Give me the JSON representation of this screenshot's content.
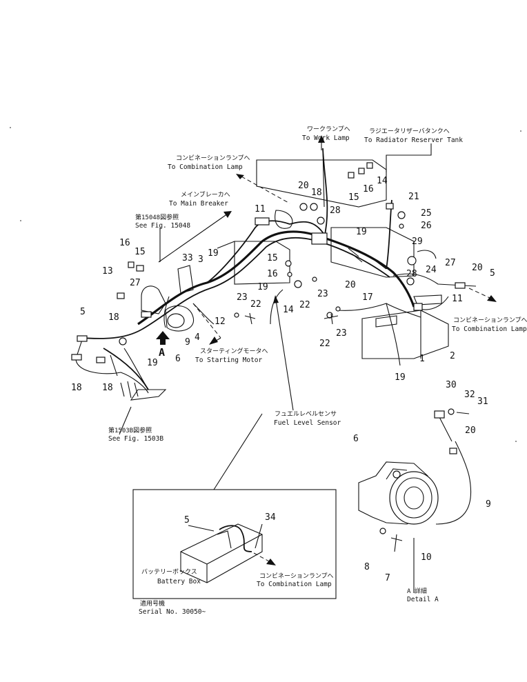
{
  "callouts": {
    "to_work_lamp_jp": "ワークランプへ",
    "to_work_lamp_en": "To Work Lamp",
    "to_radiator_jp": "ラジエータリザーバタンクへ",
    "to_radiator_en": "To Radiator Reserver Tank",
    "to_combination_lamp_top_jp": "コンビネーションランプへ",
    "to_combination_lamp_top_en": "To Combination Lamp",
    "to_main_breaker_jp": "メインブレーカへ",
    "to_main_breaker_en": "To Main Breaker",
    "see_fig_15048_jp": "第15048図参照",
    "see_fig_15048_en": "See Fig. 15048",
    "to_starting_motor_jp": "スターティングモータへ",
    "to_starting_motor_en": "To Starting Motor",
    "to_combination_lamp_right_jp": "コンビネーションランプへ",
    "to_combination_lamp_right_en": "To Combination Lamp",
    "fuel_level_sensor_jp": "フュエルレベルセンサ",
    "fuel_level_sensor_en": "Fuel Level Sensor",
    "see_fig_1503b_jp": "第1503B図参照",
    "see_fig_1503b_en": "See Fig. 1503B",
    "battery_box_jp": "バッテリーボックス",
    "battery_box_en": "Battery Box",
    "to_combination_lamp_inset_jp": "コンビネーションランプへ",
    "to_combination_lamp_inset_en": "To Combination Lamp",
    "serial_jp": "適用号機",
    "serial_en": "Serial No. 30050~",
    "detail_a_jp": "A 詳細",
    "detail_a_en": "Detail A",
    "view_arrow_label": "A"
  },
  "part_numbers": {
    "n1": "1",
    "n2": "2",
    "n3": "3",
    "n4": "4",
    "n5a": "5",
    "n5b": "5",
    "n5c": "5",
    "n6a": "6",
    "n6b": "6",
    "n7": "7",
    "n8": "8",
    "n9a": "9",
    "n9b": "9",
    "n10": "10",
    "n11a": "11",
    "n11b": "11",
    "n12": "12",
    "n13": "13",
    "n14a": "14",
    "n14b": "14",
    "n15a": "15",
    "n15b": "15",
    "n15c": "15",
    "n16a": "16",
    "n16b": "16",
    "n16c": "16",
    "n17": "17",
    "n18a": "18",
    "n18b": "18",
    "n18c": "18",
    "n18d": "18",
    "n19a": "19",
    "n19b": "19",
    "n19c": "19",
    "n19d": "19",
    "n19e": "19",
    "n20a": "20",
    "n20b": "20",
    "n20c": "20",
    "n20d": "20",
    "n21": "21",
    "n22a": "22",
    "n22b": "22",
    "n22c": "22",
    "n23a": "23",
    "n23b": "23",
    "n23c": "23",
    "n24": "24",
    "n25": "25",
    "n26": "26",
    "n27a": "27",
    "n27b": "27",
    "n28a": "28",
    "n28b": "28",
    "n29": "29",
    "n30": "30",
    "n31": "31",
    "n32": "32",
    "n33": "33",
    "n34": "34"
  }
}
